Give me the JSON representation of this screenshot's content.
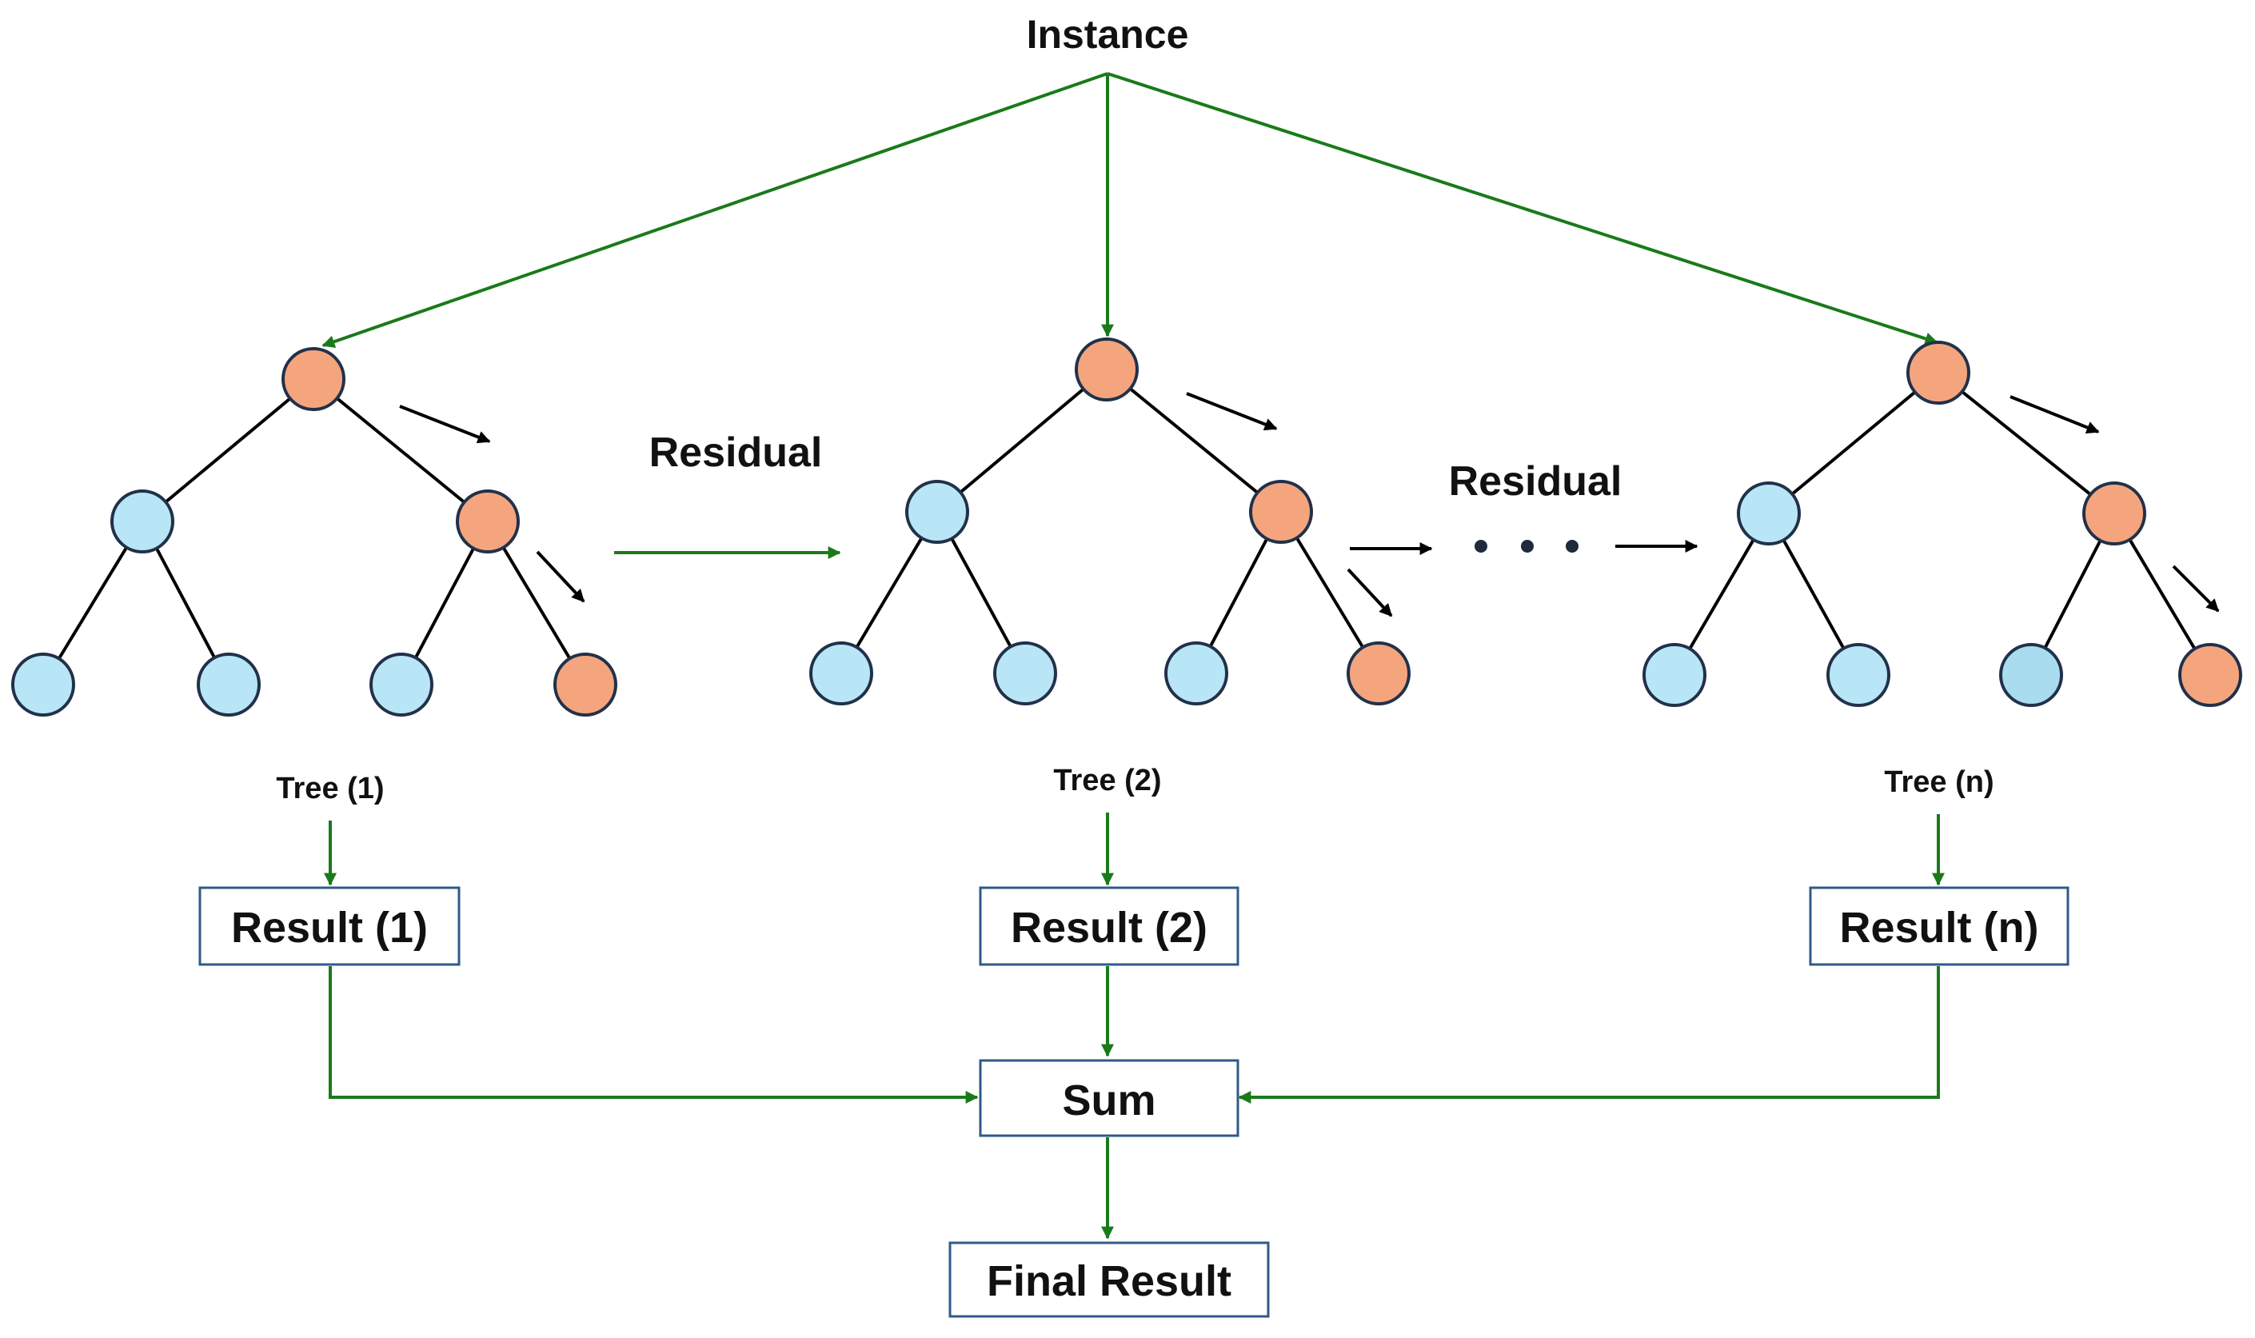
{
  "title": "Instance",
  "residual_labels": [
    "Residual",
    "Residual"
  ],
  "trees": [
    {
      "label": "Tree (1)",
      "result": "Result (1)",
      "nodes": [
        "orange",
        "blue",
        "orange",
        "blue",
        "blue",
        "blue",
        "orange"
      ]
    },
    {
      "label": "Tree (2)",
      "result": "Result (2)",
      "nodes": [
        "orange",
        "blue",
        "orange",
        "blue",
        "blue",
        "blue",
        "orange"
      ]
    },
    {
      "label": "Tree (n)",
      "result": "Result (n)",
      "nodes": [
        "orange",
        "blue",
        "orange",
        "blue",
        "blue",
        "blue",
        "orange"
      ]
    }
  ],
  "sum_label": "Sum",
  "final_label": "Final Result",
  "colors": {
    "node_orange": "#f5a57d",
    "node_blue": "#b8e6f6",
    "node_blue_dark": "#a9dcef",
    "arrow_green": "#1a7a1a",
    "arrow_black": "#000000",
    "box_border": "#2f5a8a"
  }
}
